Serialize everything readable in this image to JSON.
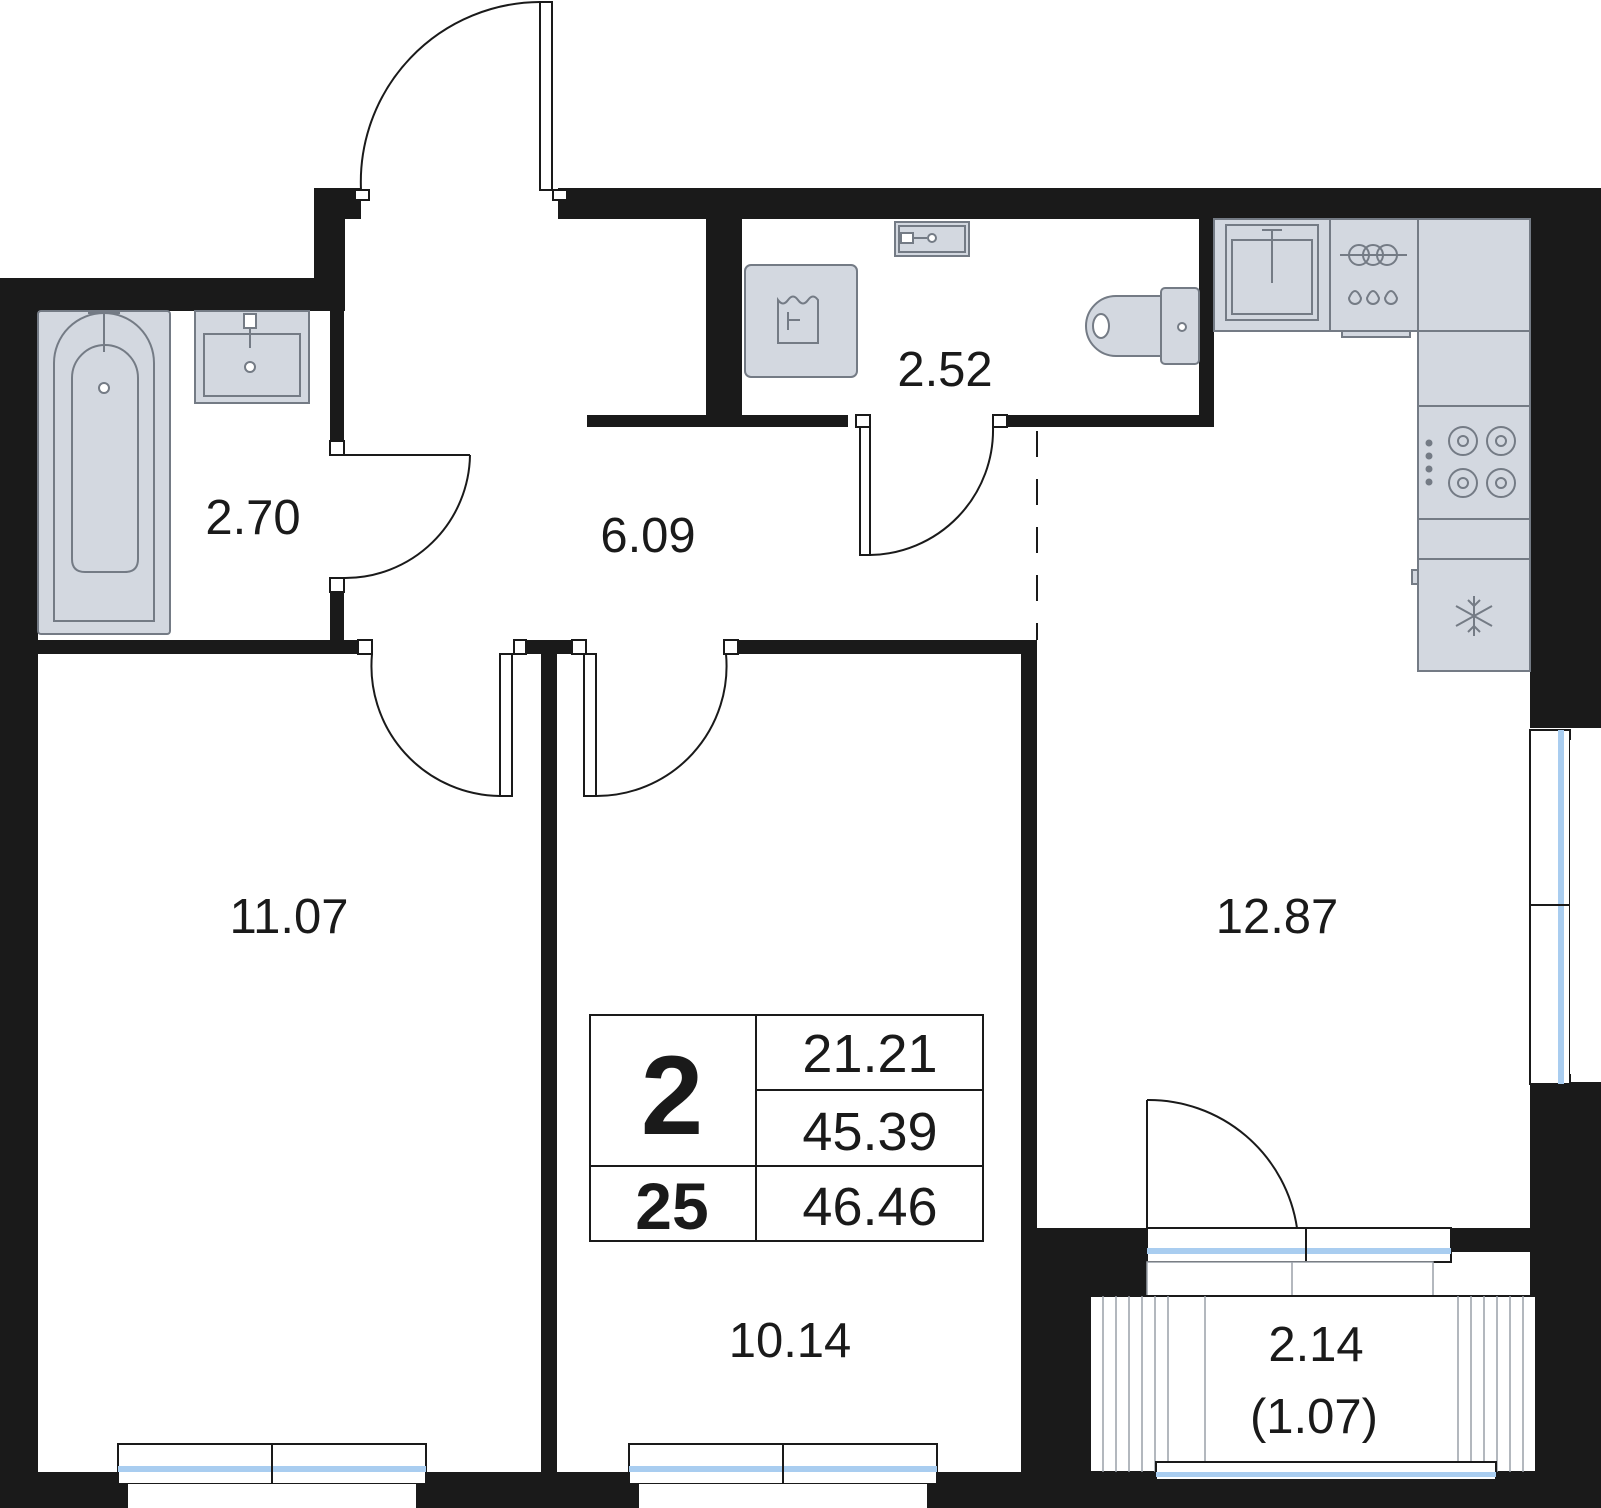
{
  "rooms": {
    "bathroom": "2.70",
    "hallway": "6.09",
    "toilet": "2.52",
    "kitchen_living": "12.87",
    "bedroom_left": "11.07",
    "bedroom_middle": "10.14",
    "balcony": "2.14",
    "balcony_coef": "(1.07)"
  },
  "summary": {
    "rooms_count": "2",
    "floor": "25",
    "living_area": "21.21",
    "total_area": "45.39",
    "total_with_balcony": "46.46"
  },
  "colors": {
    "wall": "#1a1a1a",
    "fixture_fill": "#d3d8e0",
    "fixture_stroke": "#747b85",
    "window_glass": "#a9cdf0",
    "background": "#ffffff"
  }
}
